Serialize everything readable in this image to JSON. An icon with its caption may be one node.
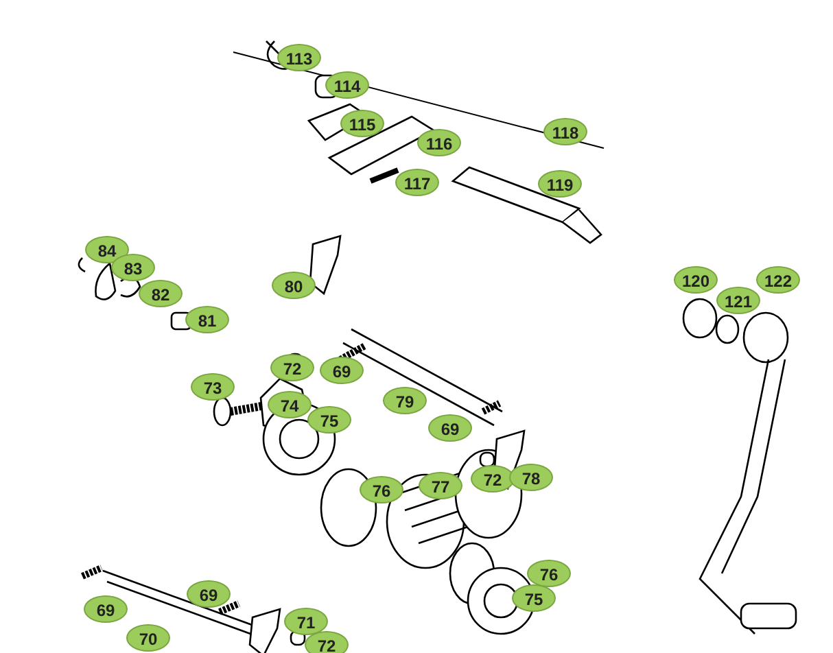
{
  "diagram": {
    "labels": [
      "113",
      "114",
      "118",
      "115",
      "116",
      "117",
      "119",
      "84",
      "83",
      "82",
      "81",
      "80",
      "120",
      "121",
      "122",
      "72",
      "69",
      "73",
      "74",
      "75",
      "79",
      "69",
      "76",
      "77",
      "72",
      "78",
      "69",
      "70",
      "76",
      "69",
      "75",
      "71",
      "72"
    ]
  }
}
